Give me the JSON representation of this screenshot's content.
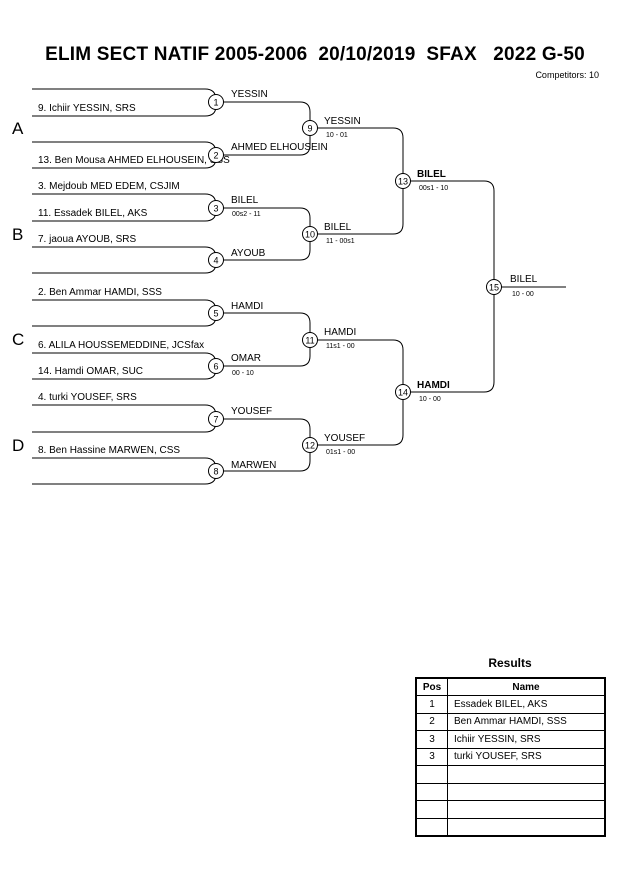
{
  "title": "ELIM SECT NATIF 2005-2006  20/10/2019  SFAX   2022 G-50",
  "competitors_label": "Competitors:",
  "competitors_count": "10",
  "pools": [
    "A",
    "B",
    "C",
    "D"
  ],
  "entries": [
    "9. Ichiir YESSIN, SRS",
    "13. Ben Mousa AHMED ELHOUSEIN, SSS",
    "3. Mejdoub MED EDEM, CSJIM",
    "11. Essadek BILEL, AKS",
    "7. jaoua AYOUB, SRS",
    "2. Ben Ammar HAMDI, SSS",
    "6. ALILA HOUSSEMEDDINE, JCSfax",
    "14. Hamdi OMAR, SUC",
    "4. turki YOUSEF, SRS",
    "8. Ben Hassine MARWEN, CSS"
  ],
  "matches": [
    {
      "num": "1",
      "winner": "YESSIN",
      "score": ""
    },
    {
      "num": "2",
      "winner": "AHMED ELHOUSEIN",
      "score": ""
    },
    {
      "num": "3",
      "winner": "BILEL",
      "score": "00s2 - 11"
    },
    {
      "num": "4",
      "winner": "AYOUB",
      "score": ""
    },
    {
      "num": "5",
      "winner": "HAMDI",
      "score": ""
    },
    {
      "num": "6",
      "winner": "OMAR",
      "score": "00 - 10"
    },
    {
      "num": "7",
      "winner": "YOUSEF",
      "score": ""
    },
    {
      "num": "8",
      "winner": "MARWEN",
      "score": ""
    },
    {
      "num": "9",
      "winner": "YESSIN",
      "score": "10 - 01"
    },
    {
      "num": "10",
      "winner": "BILEL",
      "score": "11 - 00s1"
    },
    {
      "num": "11",
      "winner": "HAMDI",
      "score": "11s1 - 00"
    },
    {
      "num": "12",
      "winner": "YOUSEF",
      "score": "01s1 - 00"
    },
    {
      "num": "13",
      "winner": "BILEL",
      "score": "00s1 - 10"
    },
    {
      "num": "14",
      "winner": "HAMDI",
      "score": "10 - 00"
    },
    {
      "num": "15",
      "winner": "BILEL",
      "score": "10 - 00"
    }
  ],
  "results": {
    "title": "Results",
    "headers": [
      "Pos",
      "Name"
    ],
    "rows": [
      {
        "pos": "1",
        "name": "Essadek BILEL, AKS"
      },
      {
        "pos": "2",
        "name": "Ben Ammar HAMDI, SSS"
      },
      {
        "pos": "3",
        "name": "Ichiir YESSIN, SRS"
      },
      {
        "pos": "3",
        "name": "turki YOUSEF, SRS"
      },
      {
        "pos": "",
        "name": ""
      },
      {
        "pos": "",
        "name": ""
      },
      {
        "pos": "",
        "name": ""
      },
      {
        "pos": "",
        "name": ""
      }
    ]
  }
}
